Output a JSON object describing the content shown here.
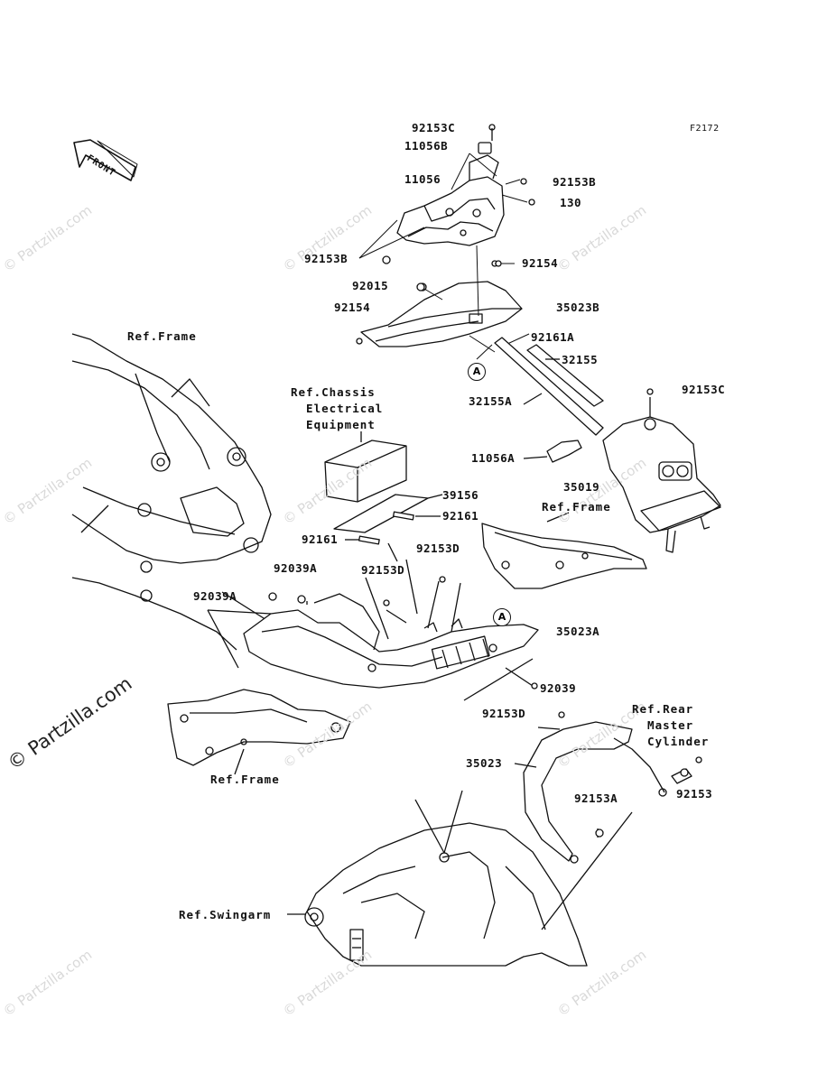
{
  "diagram_code": "F2172",
  "front_arrow_label": "FRONT",
  "watermark_text": "© Partzilla.com",
  "callouts": [
    "A",
    "A"
  ],
  "part_labels": [
    {
      "id": "p1",
      "text": "92153C"
    },
    {
      "id": "p2",
      "text": "11056B"
    },
    {
      "id": "p3",
      "text": "11056"
    },
    {
      "id": "p4",
      "text": "92153B"
    },
    {
      "id": "p5",
      "text": "130"
    },
    {
      "id": "p6",
      "text": "92153B"
    },
    {
      "id": "p7",
      "text": "92154"
    },
    {
      "id": "p8",
      "text": "92015"
    },
    {
      "id": "p9",
      "text": "35023B"
    },
    {
      "id": "p10",
      "text": "92154"
    },
    {
      "id": "p11",
      "text": "92161A"
    },
    {
      "id": "p12",
      "text": "32155"
    },
    {
      "id": "p13",
      "text": "32155A"
    },
    {
      "id": "p14",
      "text": "92153C"
    },
    {
      "id": "p15",
      "text": "11056A"
    },
    {
      "id": "p16",
      "text": "35019"
    },
    {
      "id": "p17",
      "text": "39156"
    },
    {
      "id": "p18",
      "text": "92161"
    },
    {
      "id": "p19",
      "text": "92161"
    },
    {
      "id": "p20",
      "text": "92153D"
    },
    {
      "id": "p21",
      "text": "92039A"
    },
    {
      "id": "p22",
      "text": "92153D"
    },
    {
      "id": "p23",
      "text": "92039A"
    },
    {
      "id": "p24",
      "text": "35023A"
    },
    {
      "id": "p25",
      "text": "92039"
    },
    {
      "id": "p26",
      "text": "92153D"
    },
    {
      "id": "p27",
      "text": "35023"
    },
    {
      "id": "p28",
      "text": "92153"
    },
    {
      "id": "p29",
      "text": "92153A"
    }
  ],
  "reference_labels": [
    {
      "id": "r1",
      "lines": [
        "Ref.Frame"
      ]
    },
    {
      "id": "r2",
      "lines": [
        "Ref.Chassis",
        "  Electrical",
        "  Equipment"
      ]
    },
    {
      "id": "r3",
      "lines": [
        "Ref.Frame"
      ]
    },
    {
      "id": "r4",
      "lines": [
        "Ref.Frame"
      ]
    },
    {
      "id": "r5",
      "lines": [
        "Ref.Rear",
        "  Master",
        "  Cylinder"
      ]
    },
    {
      "id": "r6",
      "lines": [
        "Ref.Swingarm"
      ]
    }
  ]
}
